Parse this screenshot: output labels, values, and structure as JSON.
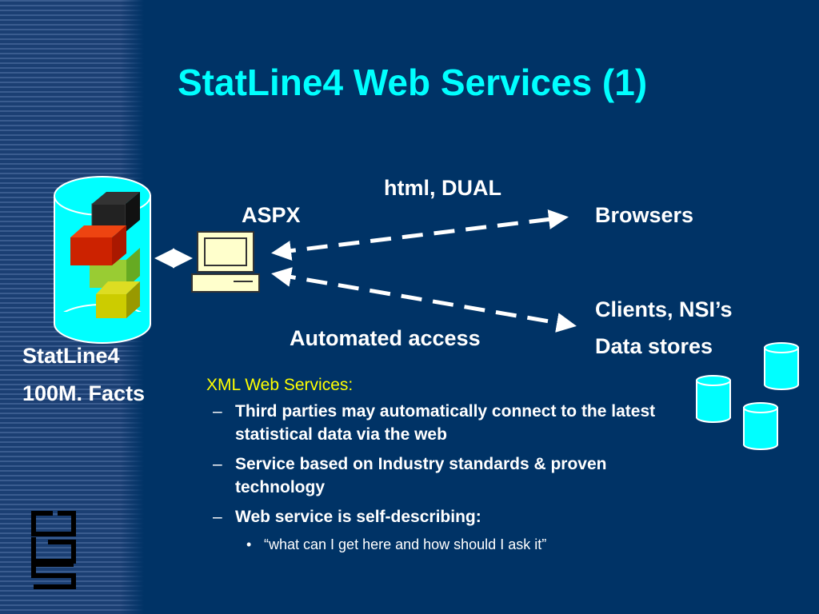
{
  "slide": {
    "title": "StatLine4 Web Services (1)"
  },
  "diagram": {
    "aspx_label": "ASPX",
    "html_dual_label": "html, DUAL",
    "browsers_label": "Browsers",
    "automated_access_label": "Automated access",
    "clients_label": "Clients, NSI’s",
    "data_stores_label": "Data stores",
    "statline_label": "StatLine4",
    "facts_label": "100M. Facts"
  },
  "bullets": {
    "heading": "XML Web Services:",
    "items": [
      "Third parties may automatically connect to the latest statistical data via the web",
      "Service based on Industry standards & proven technology",
      "Web service is self-describing:"
    ],
    "sub_item": "“what can I get here and how should I ask it”"
  },
  "colors": {
    "background": "#003366",
    "title": "#00ffff",
    "heading": "#ffff00",
    "database": "#00ffff"
  },
  "icons": {
    "logo": "cbs-logo",
    "server": "computer-icon",
    "database": "cylinder-icon"
  }
}
